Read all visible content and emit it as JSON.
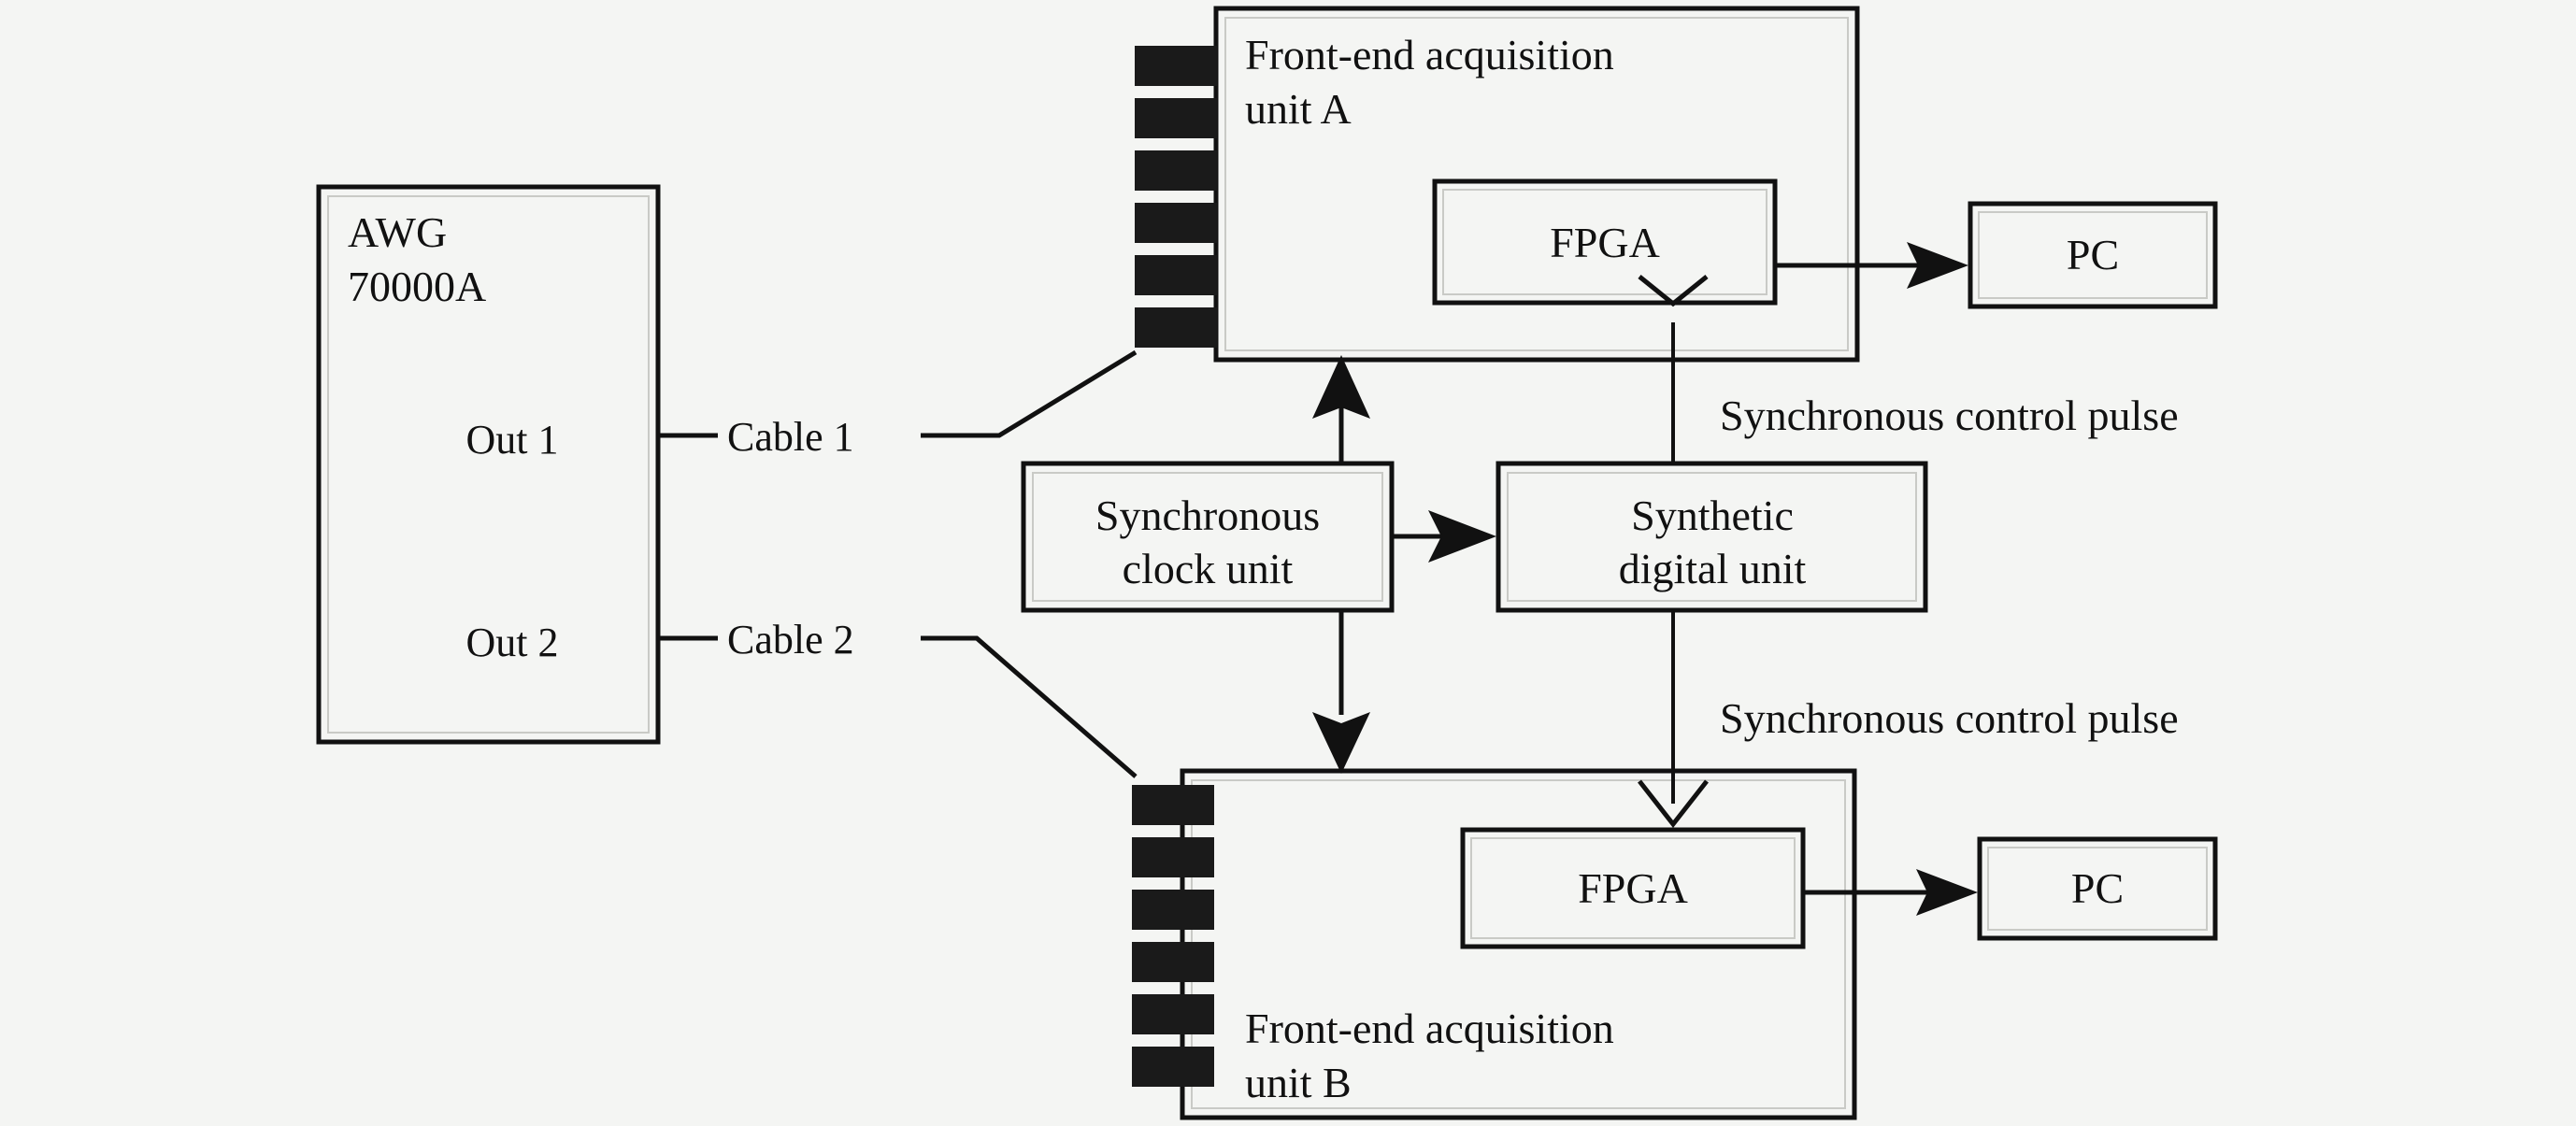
{
  "figure": {
    "kind": "block-diagram",
    "background_color": "#f4f5f3",
    "line_color": "#111111",
    "connector_fill": "#1a1a1a"
  },
  "blocks": {
    "awg": {
      "label_line1": "AWG",
      "label_line2": "70000A",
      "port1": "Out 1",
      "port2": "Out 2"
    },
    "unit_a": {
      "label_line1": "Front-end acquisition",
      "label_line2": "unit A",
      "connector_name": "multi-pin-connector",
      "connector_pin_count": 6
    },
    "unit_b": {
      "label_line1": "Front-end acquisition",
      "label_line2": "unit B",
      "connector_name": "multi-pin-connector",
      "connector_pin_count": 6
    },
    "fpga_a": {
      "label": "FPGA"
    },
    "fpga_b": {
      "label": "FPGA"
    },
    "pc_a": {
      "label": "PC"
    },
    "pc_b": {
      "label": "PC"
    },
    "clock_unit": {
      "label_line1": "Synchronous",
      "label_line2": "clock unit"
    },
    "synthetic_unit": {
      "label_line1": "Synthetic",
      "label_line2": "digital unit"
    }
  },
  "edge_labels": {
    "cable1": "Cable 1",
    "cable2": "Cable 2",
    "sync_pulse_top": "Synchronous control pulse",
    "sync_pulse_bottom": "Synchronous control pulse"
  }
}
